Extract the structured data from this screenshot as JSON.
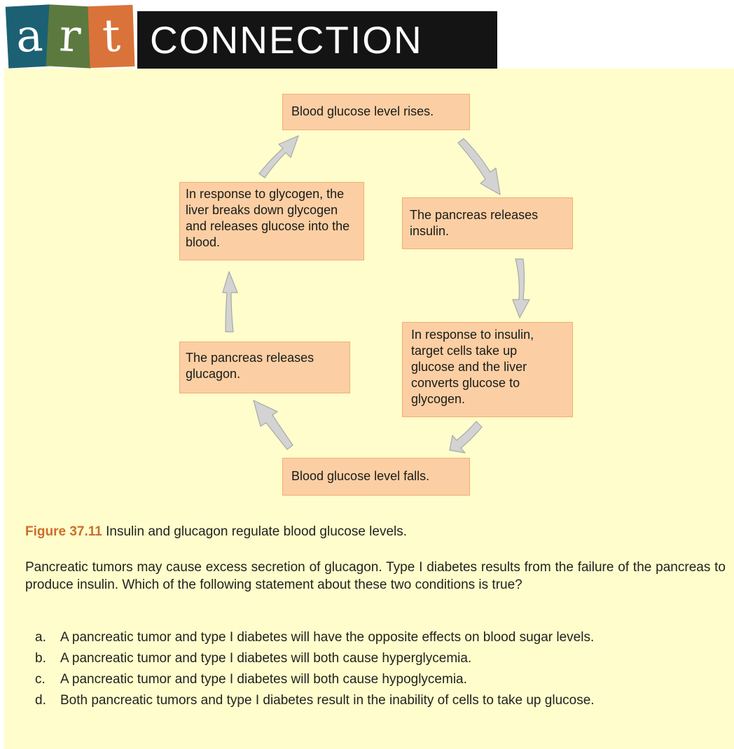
{
  "header": {
    "tiles": [
      "a",
      "r",
      "t"
    ],
    "title": "CONNECTION"
  },
  "diagram": {
    "boxes": {
      "rises": "Blood glucose level rises.",
      "pancreas_insulin": "The pancreas releases insulin.",
      "insulin_response": "In response to insulin, target cells take up glucose and the liver converts glucose to glycogen.",
      "falls": "Blood glucose level falls.",
      "pancreas_glucagon": "The pancreas releases glucagon.",
      "glycogen_response": "In response to glycogen, the liver breaks down glycogen and releases glucose into the blood."
    },
    "colors": {
      "box_fill": "#fbcfa3",
      "box_border": "#f2ad77",
      "arrow_fill": "#d3d3d3",
      "arrow_stroke": "#a9a9a9",
      "panel_bg": "#fefdcb"
    }
  },
  "caption": {
    "label": "Figure 37.11",
    "text": " Insulin and glucagon regulate blood glucose levels."
  },
  "question": {
    "text": "Pancreatic tumors may cause excess secretion of glucagon. Type I diabetes results from the failure of the pancreas to produce insulin. Which of the following statement about these two conditions is true?",
    "options": [
      {
        "letter": "a.",
        "text": "A pancreatic tumor and type I diabetes will have the opposite effects on blood sugar levels."
      },
      {
        "letter": "b.",
        "text": "A pancreatic tumor and type I diabetes will both cause hyperglycemia."
      },
      {
        "letter": "c.",
        "text": "A pancreatic tumor and type I diabetes will both cause hypoglycemia."
      },
      {
        "letter": "d.",
        "text": "Both pancreatic tumors and type I diabetes result in the inability of cells to take up glucose."
      }
    ]
  }
}
